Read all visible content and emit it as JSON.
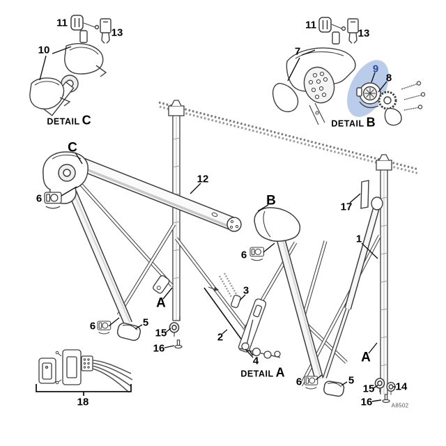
{
  "diagram": {
    "type": "exploded-parts-diagram",
    "drawing_code": "A8502",
    "colors": {
      "line": "#3d3d3d",
      "label": "#000000",
      "background": "#ffffff",
      "highlight_fill": "#b5c9e8",
      "highlight_label": "#27489c"
    },
    "captions": {
      "a": {
        "prefix": "DETAIL",
        "letter": "A"
      },
      "b": {
        "prefix": "DETAIL",
        "letter": "B"
      },
      "c": {
        "prefix": "DETAIL",
        "letter": "C"
      }
    },
    "callouts": {
      "c11a": "11",
      "c13a": "13",
      "c10": "10",
      "c11b": "11",
      "c13b": "13",
      "c7": "7",
      "c9": "9",
      "c8": "8",
      "cC": "C",
      "c12": "12",
      "c6a": "6",
      "cB": "B",
      "c17": "17",
      "c1": "1",
      "c6b": "6",
      "cAleft": "A",
      "c3": "3",
      "c2": "2",
      "c6c": "6",
      "c5a": "5",
      "c15a": "15",
      "c16a": "16",
      "c4": "4",
      "c18": "18",
      "cAright": "A",
      "c6d": "6",
      "c5b": "5",
      "c15b": "15",
      "c14": "14",
      "c16b": "16"
    }
  }
}
